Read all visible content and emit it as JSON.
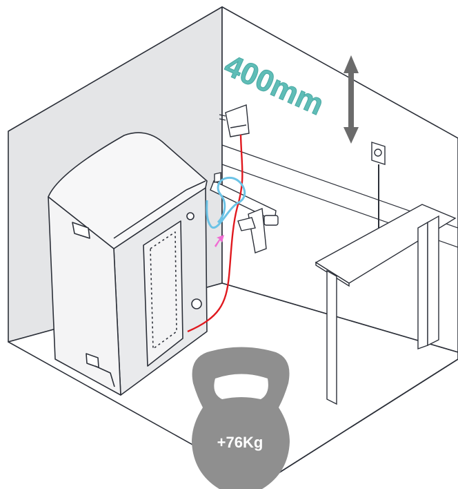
{
  "height_label": "400mm",
  "weight_label": "+76Kg",
  "colors": {
    "outline": "#2b2f38",
    "wall_fill": "#e4e5e7",
    "unit_fill": "#f4f4f5",
    "hose_red": "#e0191f",
    "hose_blue": "#6cc3e6",
    "arrow_pink": "#f06bd3",
    "measure_teal": "#5fbdb7",
    "dimension_arrow": "#6b6b6b",
    "kettlebell": "#8f8f8f"
  },
  "icons": [
    "vertical-dimension-arrow",
    "kettlebell-icon",
    "power-socket-icon",
    "wall-adapter-icon",
    "faucet-icon",
    "direction-arrow-icon"
  ]
}
